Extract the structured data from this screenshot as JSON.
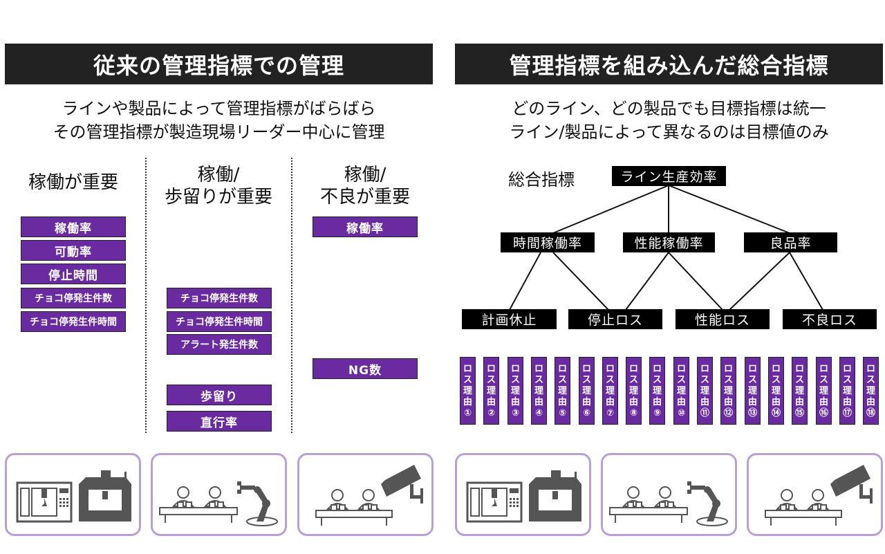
{
  "left": {
    "header": "従来の管理指標での管理",
    "subtitle_lines": [
      "ラインや製品によって管理指標がばらばら",
      "その管理指標が製造現場リーダー中心に管理"
    ],
    "columns": [
      {
        "heading_lines": [
          "稼働が重要"
        ],
        "items": [
          "稼働率",
          "可動率",
          "停止時間",
          "チョコ停発生件数",
          "チョコ停発生件時間"
        ]
      },
      {
        "heading_lines": [
          "稼働/",
          "歩留りが重要"
        ],
        "items": [
          "チョコ停発生件数",
          "チョコ停発生件時間",
          "アラート発生件数",
          "歩留り",
          "直行率"
        ]
      },
      {
        "heading_lines": [
          "稼働/",
          "不良が重要"
        ],
        "items": [
          "稼働率",
          "NG数"
        ]
      }
    ]
  },
  "right": {
    "header": "管理指標を組み込んだ総合指標",
    "subtitle_lines": [
      "どのライン、どの製品でも目標指標は統一",
      "ライン/製品によって異なるのは目標値のみ"
    ],
    "tree_label": "総合指標",
    "tree": {
      "root": "ライン生産効率",
      "level2": [
        "時間稼働率",
        "性能稼働率",
        "良品率"
      ],
      "level3": [
        "計画休止",
        "停止ロス",
        "性能ロス",
        "不良ロス"
      ]
    },
    "loss_reason_label": "ロス理由",
    "loss_reason_numbers": [
      "①",
      "②",
      "③",
      "④",
      "⑤",
      "⑥",
      "⑦",
      "⑧",
      "⑨",
      "⑩",
      "⑪",
      "⑫",
      "⑬",
      "⑭",
      "⑮",
      "⑯",
      "⑰",
      "⑱"
    ]
  },
  "cards": [
    {
      "icon": "cnc-machine-icon"
    },
    {
      "icon": "workers-robot-arm-icon"
    },
    {
      "icon": "workers-camera-icon"
    },
    {
      "icon": "cnc-machine-icon"
    },
    {
      "icon": "workers-robot-arm-icon"
    },
    {
      "icon": "workers-camera-icon"
    }
  ],
  "colors": {
    "header_bg": "#222222",
    "purple": "#6a2ba0",
    "card_border": "#b7a0d6",
    "icon_gray": "#555555"
  }
}
